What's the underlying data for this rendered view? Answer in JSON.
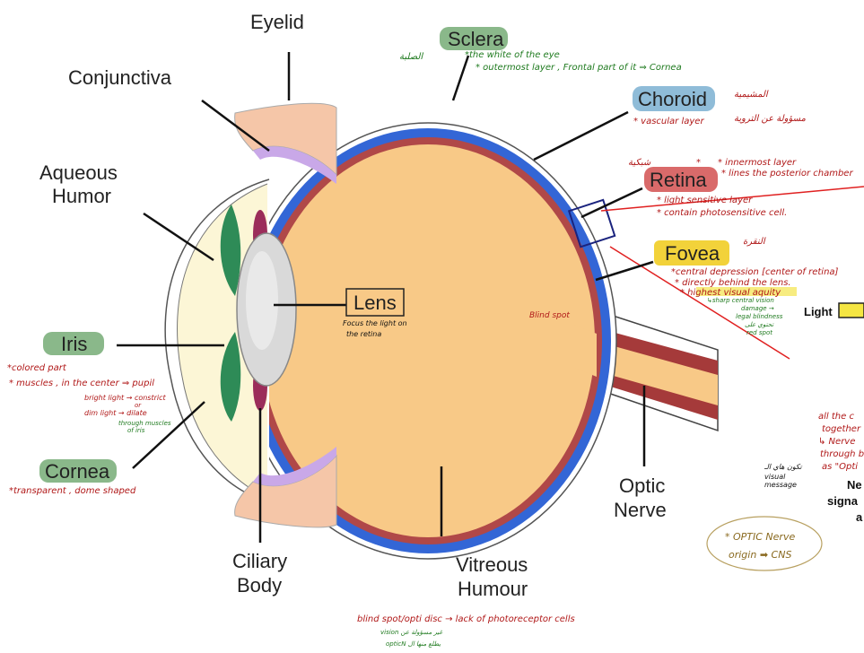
{
  "labels": {
    "eyelid": "Eyelid",
    "conjunctiva": "Conjunctiva",
    "aqueous": [
      "Aqueous",
      "Humor"
    ],
    "sclera": "Sclera",
    "choroid": "Choroid",
    "retina": "Retina",
    "fovea": "Fovea",
    "lens": "Lens",
    "iris": "Iris",
    "cornea": "Cornea",
    "ciliary": [
      "Ciliary",
      "Body"
    ],
    "vitreous": [
      "Vitreous",
      "Humour"
    ],
    "optic": [
      "Optic",
      "Nerve"
    ],
    "light": "Light"
  },
  "notes": {
    "sclera_arabic": "الصلبة",
    "sclera_1": "*the white of the eye",
    "sclera_2": "* outermost layer , Frontal part of it ⇒ Cornea",
    "choroid_arabic": "المشيمية",
    "choroid_1": "* vascular layer",
    "choroid_arabic2": "مسؤولة عن التروية",
    "retina_arabic": "شبكية",
    "retina_star": "*",
    "retina_1": "* innermost layer",
    "retina_2": "* lines the posterior chamber",
    "retina_3": "* light sensitive layer",
    "retina_4": "* contain photosensitive cell.",
    "fovea_arabic": "النقرة",
    "fovea_1": "*central depression [center of retina]",
    "fovea_2": "* directly behind the lens.",
    "fovea_3": "* highest visual aquity",
    "fovea_g1": "↳sharp central vision",
    "fovea_g2": "damage →",
    "fovea_g3": "legal blindness",
    "fovea_g4": "تحتوي على",
    "fovea_g5": "red spot",
    "lens_1": "Focus the light on",
    "lens_2": "the retina",
    "blind": "Blind spot",
    "iris_1": "*colored part",
    "iris_2": "* muscles , in the center ⇒ pupil",
    "iris_3": "bright light → constrict",
    "iris_3b": "or",
    "iris_4": "dim light → dilate",
    "iris_5": "through muscles",
    "iris_6": "of iris",
    "cornea_1": "*transparent , dome shaped",
    "vitreous_1": "blind spot/opti disc → lack of photoreceptor cells",
    "vitreous_2": "vision غير مسؤولة عن",
    "vitreous_3": "opticN يطلع منها ال",
    "right_1": "all the c",
    "right_2": "together",
    "right_3": "↳ Nerve",
    "right_4": "through b",
    "right_5": "as \"Opti",
    "right_ar": "تكون هاي الـ",
    "right_k1": "visual",
    "right_k2": "message",
    "right_n1": "Ne",
    "right_n2": "signa",
    "right_n3": "a",
    "cns_1": "* OPTIC Nerve",
    "cns_2": "origin ➡ CNS"
  },
  "colors": {
    "sclera_tag": "#8ab88a",
    "choroid_tag": "#8fbcd8",
    "retina_tag": "#d96a6a",
    "fovea_tag": "#f2d23a",
    "iris_tag": "#8ab88a",
    "cornea_tag": "#8ab88a",
    "vitreous": "#f8c987",
    "sclera_layer": "#3366d6",
    "choroid_layer": "#b04848",
    "optic_nerve": "#a53a3a"
  }
}
